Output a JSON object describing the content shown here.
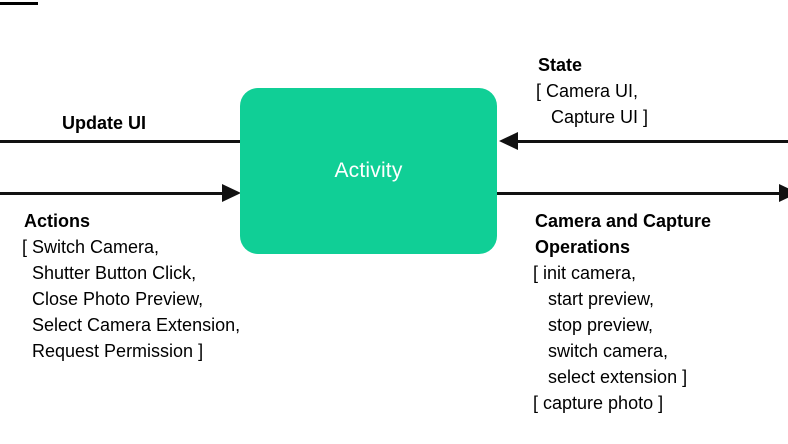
{
  "diagram": {
    "node": {
      "label": "Activity",
      "fill_color": "#10cf96",
      "text_color": "#ffffff"
    },
    "line_color": "#111111",
    "background_color": "#ffffff",
    "edges": {
      "update_ui": {
        "label": "Update UI",
        "direction": "out-left"
      },
      "actions": {
        "heading": "Actions",
        "body": "[ Switch Camera,\n  Shutter Button Click,\n  Close Photo Preview,\n  Select Camera Extension,\n  Request Permission ]",
        "direction": "in-from-left"
      },
      "state": {
        "heading": "State",
        "body": "[ Camera UI,\n   Capture UI ]",
        "direction": "in-from-right"
      },
      "camera_ops": {
        "heading": "Camera and Capture\nOperations",
        "body": "[ init camera,\n   start preview,\n   stop preview,\n   switch camera,\n   select extension ]\n[ capture photo ]",
        "direction": "out-right"
      }
    }
  }
}
